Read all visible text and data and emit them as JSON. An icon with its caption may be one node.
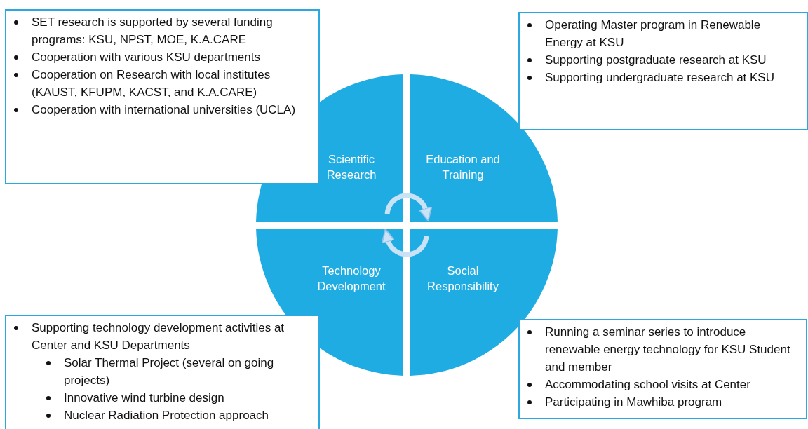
{
  "diagram": {
    "nodes": [
      {
        "text": [
          "SET research is supported by several funding programs: KSU, NPST, MOE, K.A.CARE",
          "Cooperation with various KSU departments",
          "Cooperation on Research with local institutes (KAUST, KFUPM, KACST, and K.A.CARE)",
          "Cooperation with international universities (UCLA)"
        ]
      },
      {
        "text": [
          "Operating Master program in Renewable Energy at KSU",
          "Supporting postgraduate research at KSU",
          "Supporting undergraduate research at KSU"
        ]
      },
      {
        "text": [
          "Scientific Research"
        ]
      },
      {
        "text": [
          "Education and Training"
        ]
      },
      {
        "text": [
          "Technology Development"
        ]
      },
      {
        "text": [
          "Social Responsibility"
        ]
      },
      {
        "text": [
          "Supporting technology development activities at Center and KSU Departments",
          "Solar Thermal Project (several on going projects)",
          "Innovative wind turbine design",
          "Nuclear Radiation Protection approach"
        ]
      },
      {
        "text": [
          "Running a seminar series to introduce renewable energy technology for KSU Student and member",
          "Accommodating school visits at Center",
          "Participating in Mawhiba program"
        ]
      }
    ],
    "edges": [
      {
        "from": 2,
        "to": 3,
        "arrow": "to"
      },
      {
        "from": 5,
        "to": 4,
        "arrow": "to"
      }
    ]
  }
}
